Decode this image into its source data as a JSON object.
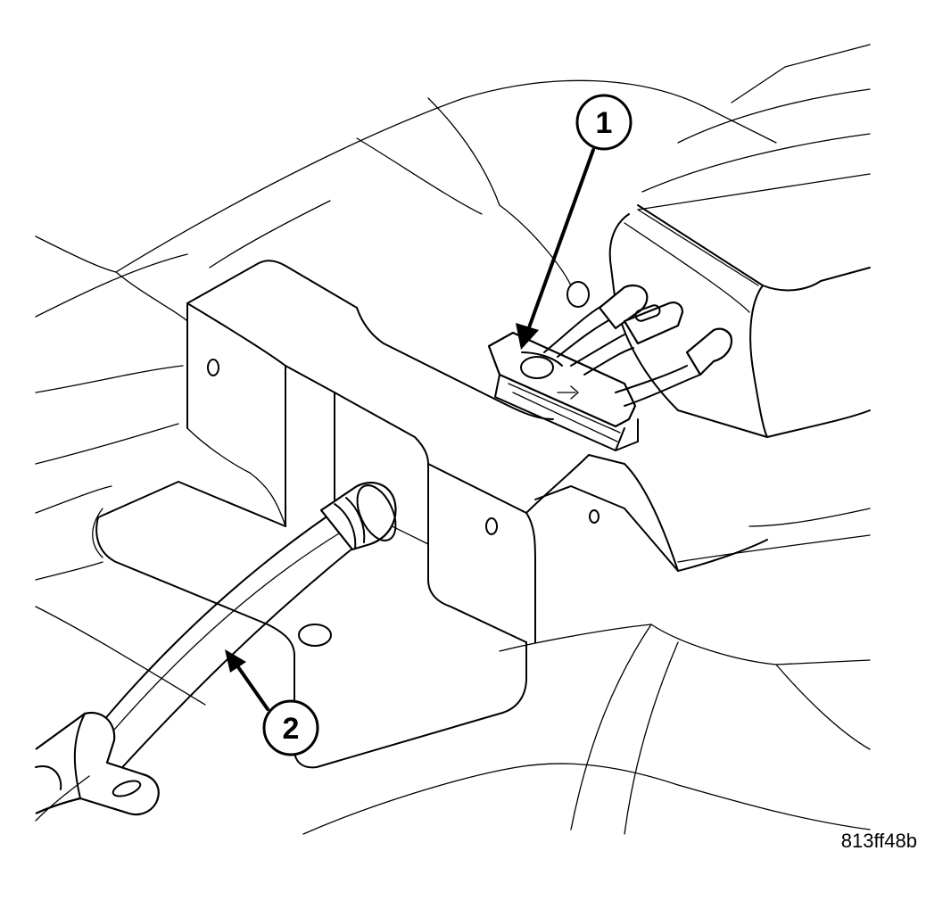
{
  "figure": {
    "id_text": "813ff48b"
  },
  "callouts": [
    {
      "number": "1"
    },
    {
      "number": "2"
    }
  ]
}
